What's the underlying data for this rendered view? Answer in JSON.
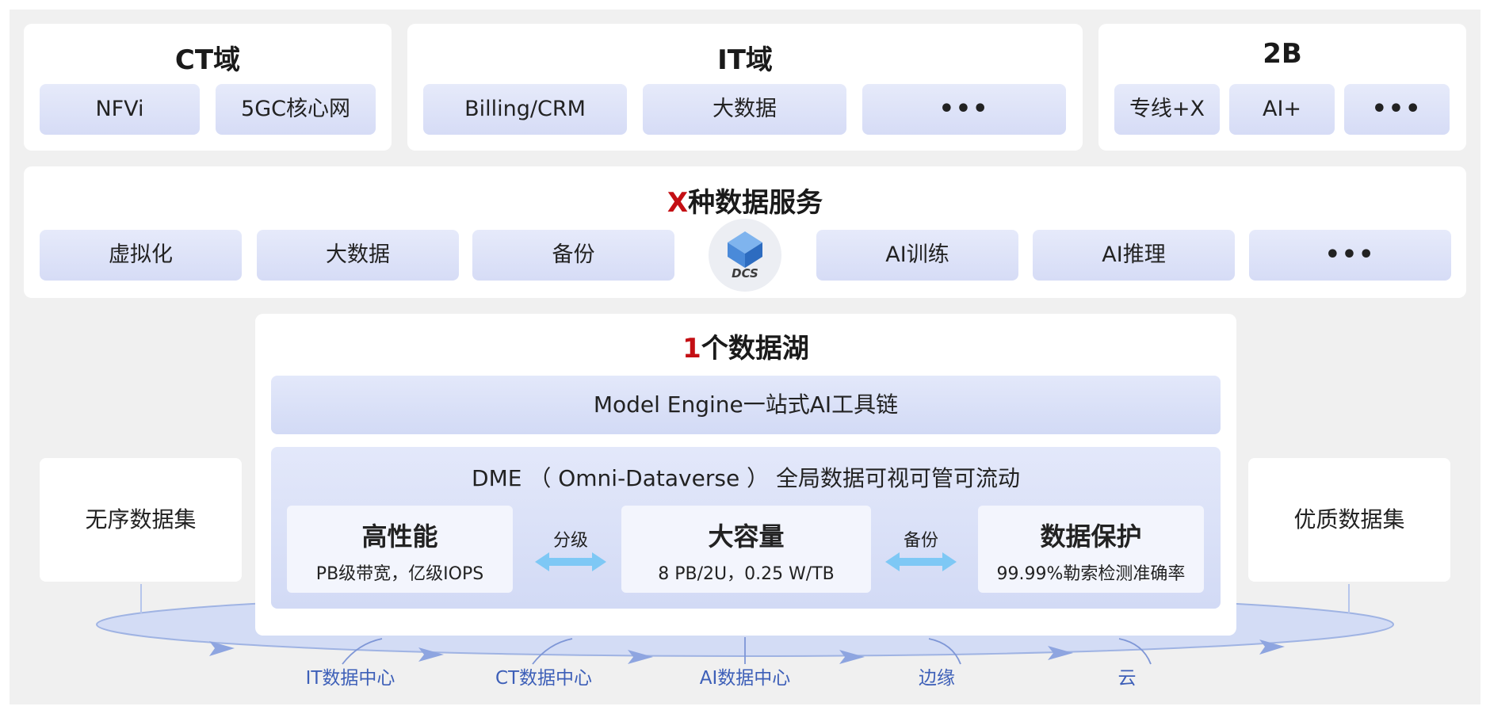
{
  "ct_domain": {
    "title": "CT域",
    "items": [
      "NFVi",
      "5GC核心网"
    ]
  },
  "it_domain": {
    "title": "IT域",
    "items": [
      "Billing/CRM",
      "大数据",
      "•••"
    ]
  },
  "b2b_domain": {
    "title": "2B",
    "items": [
      "专线+X",
      "AI+",
      "•••"
    ]
  },
  "data_services": {
    "title_highlight": "X",
    "title_rest": "种数据服务",
    "items_left": [
      "虚拟化",
      "大数据",
      "备份"
    ],
    "center_logo": "DCS",
    "items_right": [
      "AI训练",
      "AI推理",
      "•••"
    ]
  },
  "data_lake": {
    "title_highlight": "1",
    "title_rest": "个数据湖",
    "model_engine": "Model Engine一站式AI工具链",
    "dme_title": "DME （ Omni-Dataverse ） 全局数据可视可管可流动",
    "features": [
      {
        "title": "高性能",
        "subtitle": "PB级带宽，亿级IOPS"
      },
      {
        "title": "大容量",
        "subtitle": "8 PB/2U，0.25 W/TB"
      },
      {
        "title": "数据保护",
        "subtitle": "99.99%勒索检测准确率"
      }
    ],
    "arrow_labels": [
      "分级",
      "备份"
    ]
  },
  "datasets": {
    "left": "无序数据集",
    "right": "优质数据集"
  },
  "ring_labels": [
    "IT数据中心",
    "CT数据中心",
    "AI数据中心",
    "边缘",
    "云"
  ],
  "colors": {
    "accent_red": "#c40f14",
    "box_blue": "#dbe1f7",
    "ring_blue": "#3d5fb8",
    "arrow_blue": "#7ec8f5"
  }
}
